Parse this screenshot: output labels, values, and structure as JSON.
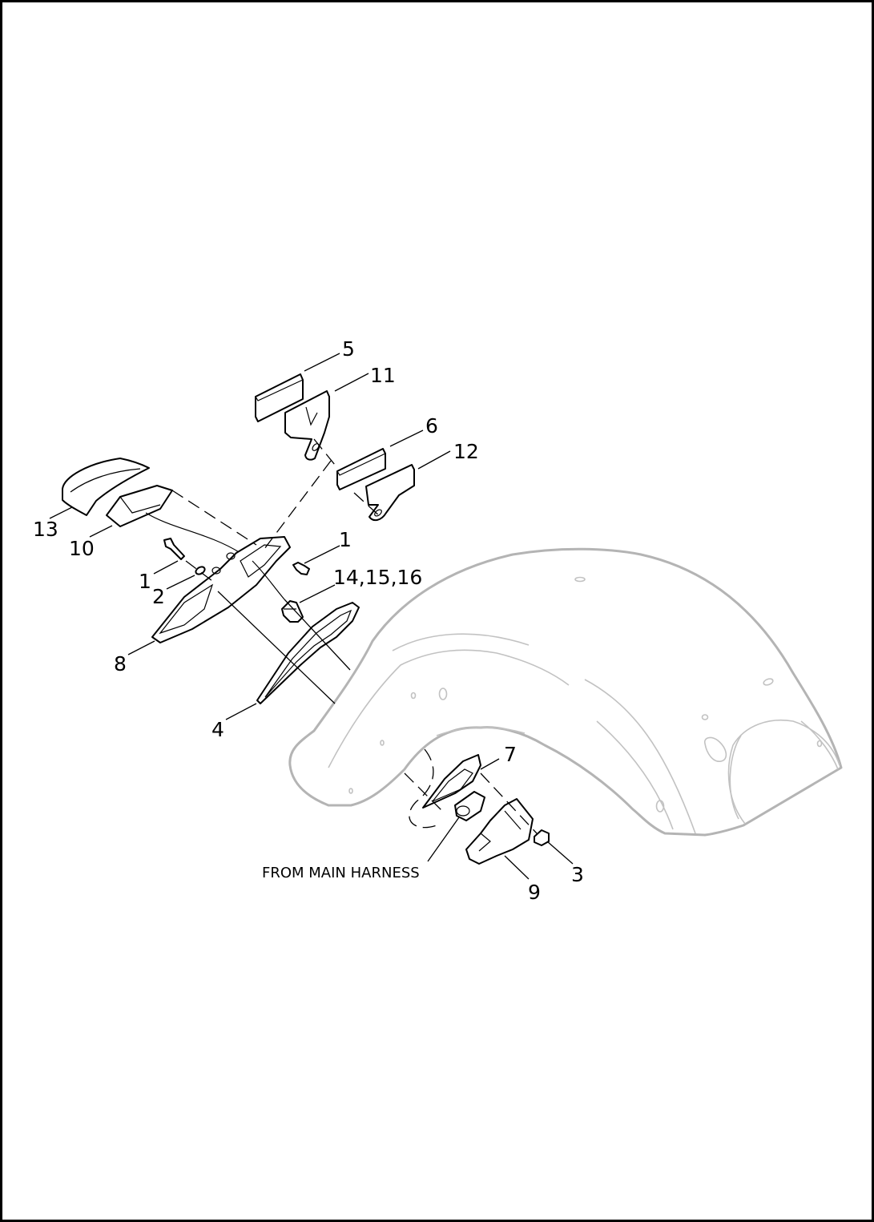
{
  "diagram": {
    "callouts": {
      "c5": "5",
      "c11": "11",
      "c6": "6",
      "c12": "12",
      "c13": "13",
      "c10": "10",
      "c1a": "1",
      "c1b": "1",
      "c14": "14,15,16",
      "c2": "2",
      "c8": "8",
      "c4": "4",
      "c7": "7",
      "c3": "3",
      "c9": "9"
    },
    "note_from_main_harness": "FROM MAIN HARNESS",
    "colors": {
      "line": "#000000",
      "fender_outline": "#b4b4b4",
      "background": "#ffffff"
    }
  }
}
